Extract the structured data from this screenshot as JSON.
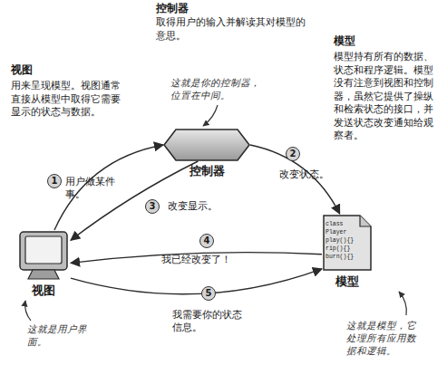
{
  "diagram": {
    "nodes": [
      {
        "text": [
          "控制器"
        ]
      },
      {
        "text": [
          "class Player play(){} rip(){} burn(){}",
          "模型"
        ]
      },
      {
        "text": [
          "视图"
        ]
      }
    ],
    "edges": [
      {
        "from": 2,
        "to": 0,
        "arrow": "to",
        "label": "用户做某件事。"
      },
      {
        "from": 0,
        "to": 1,
        "arrow": "to",
        "label": "改变状态。"
      },
      {
        "from": 0,
        "to": 2,
        "arrow": "to",
        "label": "改变显示。"
      },
      {
        "from": 1,
        "to": 2,
        "arrow": "to",
        "label": "我已经改变了！"
      },
      {
        "from": 2,
        "to": 1,
        "arrow": "to",
        "label": "我需要你的状态信息。"
      }
    ],
    "labels": [
      "控制器",
      "取得用户的输入并解读其对模型的意思。",
      "视图",
      "用来呈现模型。视图通常直接从模型中取得它需要显示的状态与数据。",
      "模型",
      "模型持有所有的数据、状态和程序逻辑。模型没有注意到视图和控制器，虽然它提供了操纵和检索状态的接口，并发送状态改变通知给观察者。",
      "这就是你的控制器，位置在中间。",
      "这就是用户界面。",
      "这就是模型，它处理所有应用数据和逻辑。",
      "1",
      "2",
      "3",
      "4",
      "5"
    ]
  }
}
